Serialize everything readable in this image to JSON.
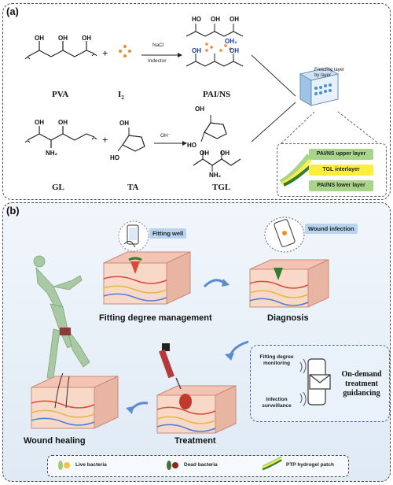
{
  "panel_a": {
    "label": "(a)",
    "reagent1": "NaCl",
    "reagent2": "Indector",
    "hydroxide": "OH⁻",
    "chem": {
      "pva": "PVA",
      "i2": "I",
      "i2_sub": "2",
      "pai": "PAI/NS",
      "gl": "GL",
      "ta": "TA",
      "tgl": "TGL"
    },
    "freezing": "Freezing layer by layer",
    "layers": {
      "upper": "PAI/NS upper layer",
      "inter": "TGL interlayer",
      "lower": "PAI/NS lower layer"
    },
    "groups": {
      "oh": "OH",
      "ho": "HO",
      "nh2": "NH₂",
      "oh2": "OH₂",
      "plus": "+"
    }
  },
  "panel_b": {
    "label": "(b)",
    "fitting_tag": "Fitting well",
    "infection_tag": "Wound  infection",
    "steps": {
      "fitting": "Fitting degree management",
      "diagnosis": "Diagnosis",
      "treatment": "Treatment",
      "healing": "Wound healing"
    },
    "monitor": {
      "fitting_monitoring": "Fitting degree monitoring",
      "infection_surveillance": "Infection surveillance",
      "guidance": "On-demand treatment guidancing"
    },
    "legend": {
      "live": "Live bacteria",
      "dead": "Dead bacteria",
      "patch": "PTP hydrogel patch"
    }
  },
  "colors": {
    "panel_b_bg": "#e3edf7",
    "tag_bg": "#b8d4ef",
    "upper_layer": "#a8d58a",
    "interlayer": "#ffef3a",
    "lower_layer": "#a8d58a"
  }
}
